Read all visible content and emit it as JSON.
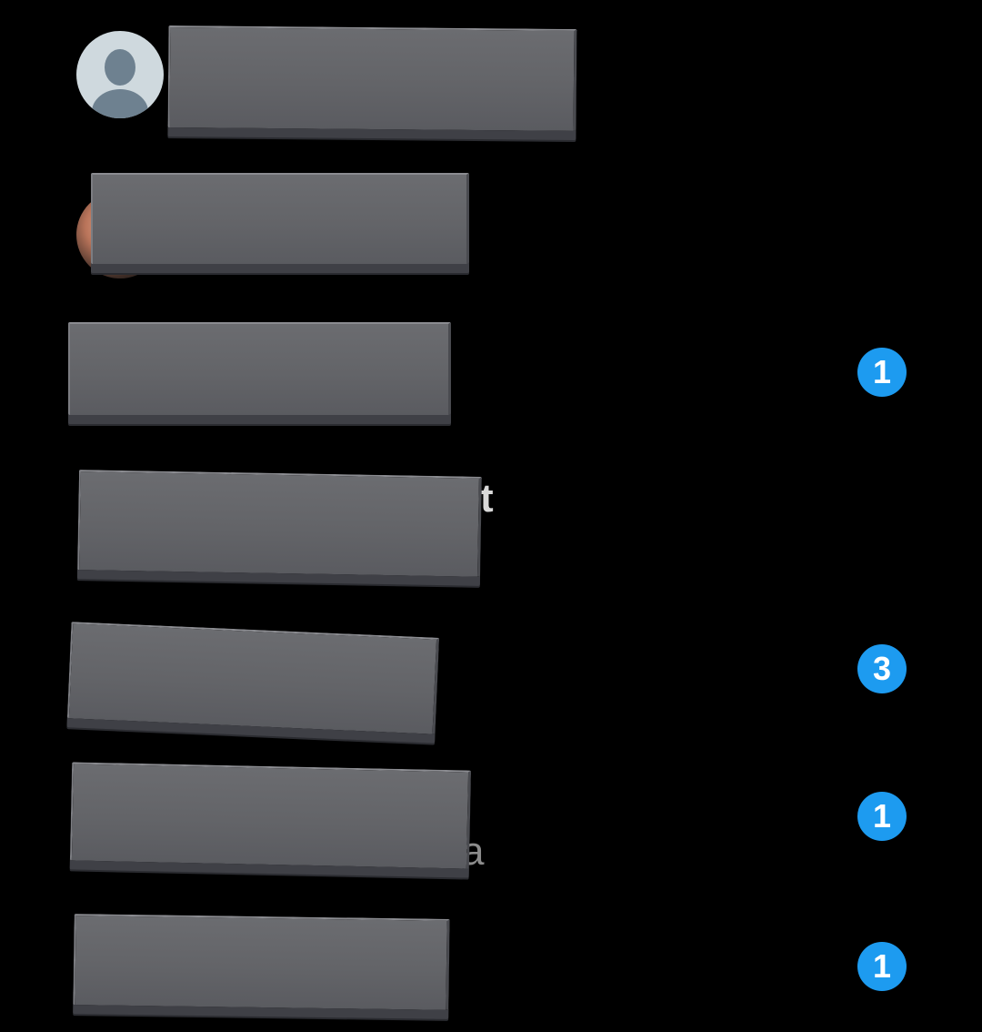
{
  "conversations": [
    {
      "avatar_icon": "default-avatar-icon",
      "peek_text": "",
      "unread_count": ""
    },
    {
      "avatar_icon": "photo-avatar",
      "peek_text": "",
      "unread_count": ""
    },
    {
      "avatar_icon": "",
      "peek_text": "",
      "unread_count": "1"
    },
    {
      "avatar_icon": "",
      "peek_text": "t",
      "unread_count": ""
    },
    {
      "avatar_icon": "",
      "peek_text": "",
      "unread_count": "3"
    },
    {
      "avatar_icon": "",
      "peek_text": "a",
      "unread_count": "1"
    },
    {
      "avatar_icon": "",
      "peek_text": "",
      "unread_count": "1"
    }
  ],
  "colors": {
    "background": "#000000",
    "badge": "#1d9bf0",
    "redaction": "#636468"
  }
}
